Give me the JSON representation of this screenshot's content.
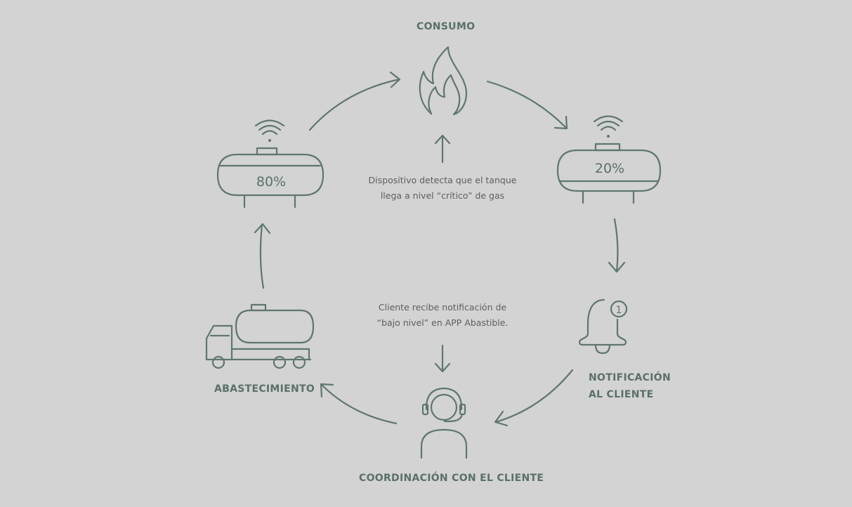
{
  "labels": {
    "consumo": "CONSUMO",
    "notificacion_line1": "NOTIFICACIÓN",
    "notificacion_line2": "AL CLIENTE",
    "coordinacion": "COORDINACIÓN CON EL CLIENTE",
    "abastecimiento": "ABASTECIMIENTO"
  },
  "notes": {
    "device_line1": "Dispositivo detecta que el tanque",
    "device_line2": "llega a nivel “crítico” de gas",
    "client_line1": "Cliente recibe notificación de",
    "client_line2": "“bajo nivel” en APP Abastible."
  },
  "tanks": {
    "left_level": "80%",
    "right_level": "20%"
  },
  "notification_badge": "1",
  "colors": {
    "background": "#d3d3d3",
    "accent": "#5f7670",
    "note_text": "#5e5e5e"
  }
}
